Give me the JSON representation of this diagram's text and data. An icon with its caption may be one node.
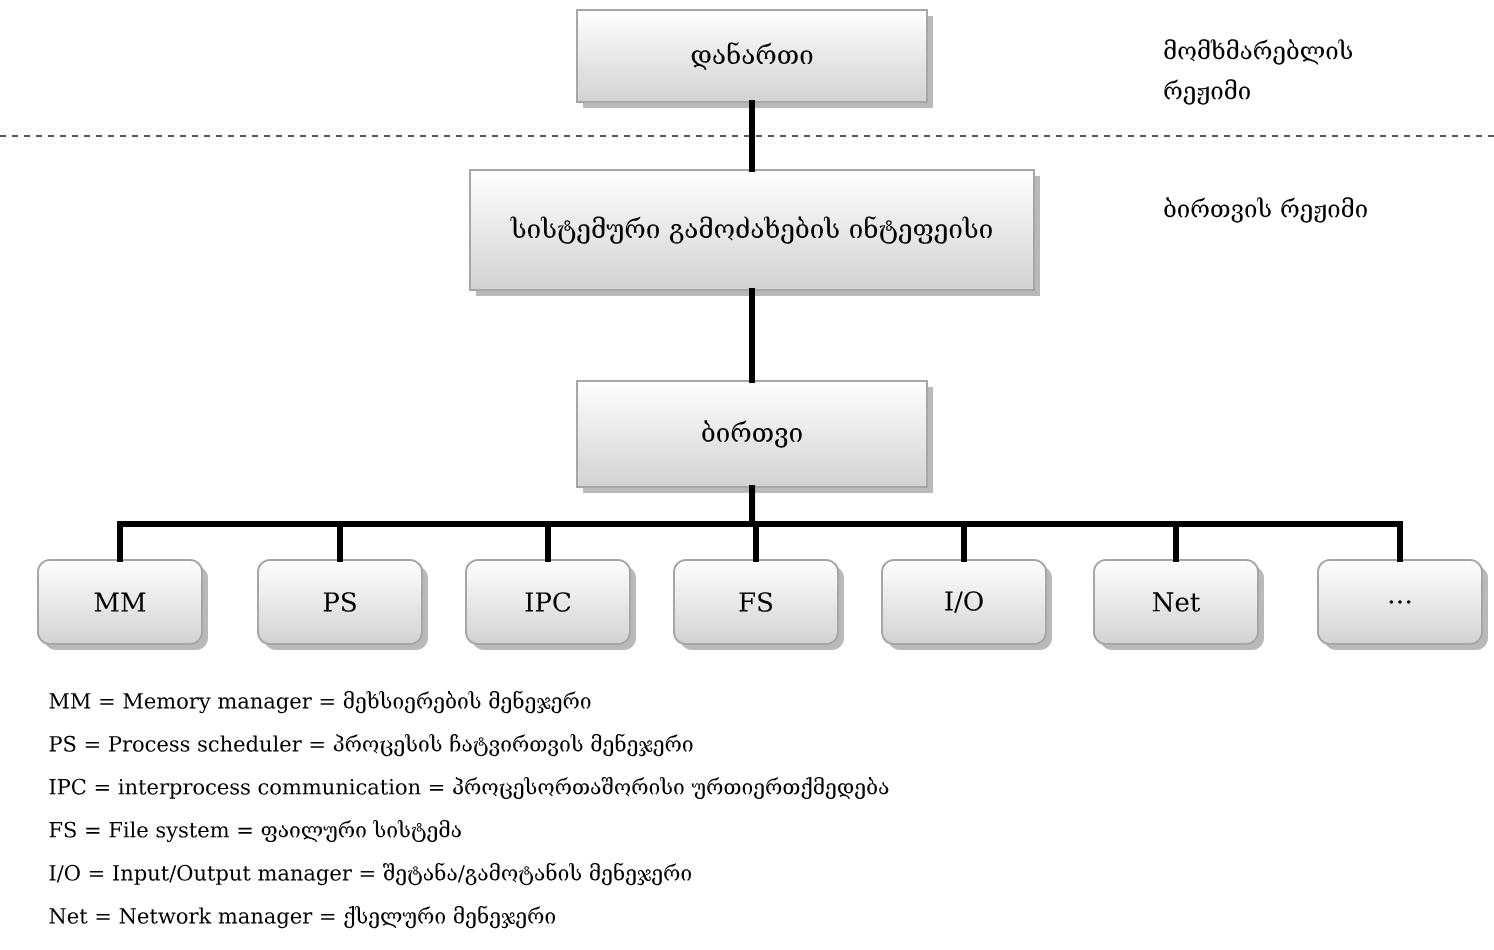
{
  "diagram": {
    "nodes": [
      {
        "text": [
          "დანართი"
        ]
      },
      {
        "text": [
          "სისტემური გამოძახების ინტეფეისი"
        ]
      },
      {
        "text": [
          "ბირთვი"
        ]
      },
      {
        "text": [
          "MM"
        ]
      },
      {
        "text": [
          "PS"
        ]
      },
      {
        "text": [
          "IPC"
        ]
      },
      {
        "text": [
          "FS"
        ]
      },
      {
        "text": [
          "I/O"
        ]
      },
      {
        "text": [
          "Net"
        ]
      },
      {
        "text": [
          "…"
        ]
      }
    ],
    "edges": [
      {
        "from": 0,
        "to": 1,
        "arrow": "none"
      },
      {
        "from": 1,
        "to": 2,
        "arrow": "none"
      },
      {
        "from": 2,
        "to": 3,
        "arrow": "none"
      },
      {
        "from": 2,
        "to": 4,
        "arrow": "none"
      },
      {
        "from": 2,
        "to": 5,
        "arrow": "none"
      },
      {
        "from": 2,
        "to": 6,
        "arrow": "none"
      },
      {
        "from": 2,
        "to": 7,
        "arrow": "none"
      },
      {
        "from": 2,
        "to": 8,
        "arrow": "none"
      },
      {
        "from": 2,
        "to": 9,
        "arrow": "none"
      }
    ],
    "labels": [
      "მომხმარებლის რეჟიმი",
      "ბირთვის რეჟიმი",
      "MM = Memory manager = მეხსიერების მენეჯერი",
      "PS = Process scheduler = პროცესის ჩატვირთვის მენეჯერი",
      "IPC = interprocess communication = პროცესორთაშორისი ურთიერთქმედება",
      "FS = File system = ფაილური სისტემა",
      "I/O = Input/Output manager = შეტანა/გამოტანის მენეჯერი",
      "Net = Network manager = ქსელური მენეჯერი"
    ]
  }
}
